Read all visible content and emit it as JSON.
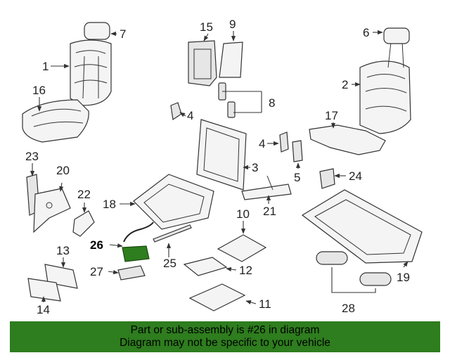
{
  "callouts": [
    {
      "id": "1",
      "label": "1"
    },
    {
      "id": "2",
      "label": "2"
    },
    {
      "id": "3",
      "label": "3"
    },
    {
      "id": "4a",
      "label": "4"
    },
    {
      "id": "4b",
      "label": "4"
    },
    {
      "id": "5",
      "label": "5"
    },
    {
      "id": "6",
      "label": "6"
    },
    {
      "id": "7",
      "label": "7"
    },
    {
      "id": "8",
      "label": "8"
    },
    {
      "id": "9",
      "label": "9"
    },
    {
      "id": "10",
      "label": "10"
    },
    {
      "id": "11",
      "label": "11"
    },
    {
      "id": "12",
      "label": "12"
    },
    {
      "id": "13",
      "label": "13"
    },
    {
      "id": "14",
      "label": "14"
    },
    {
      "id": "15",
      "label": "15"
    },
    {
      "id": "16",
      "label": "16"
    },
    {
      "id": "17",
      "label": "17"
    },
    {
      "id": "18",
      "label": "18"
    },
    {
      "id": "19",
      "label": "19"
    },
    {
      "id": "20",
      "label": "20"
    },
    {
      "id": "21",
      "label": "21"
    },
    {
      "id": "22",
      "label": "22"
    },
    {
      "id": "23",
      "label": "23"
    },
    {
      "id": "24",
      "label": "24"
    },
    {
      "id": "25",
      "label": "25"
    },
    {
      "id": "26",
      "label": "26",
      "highlighted": true
    },
    {
      "id": "27",
      "label": "27"
    },
    {
      "id": "28",
      "label": "28"
    }
  ],
  "highlight_color": "#2e7d1e",
  "banner": {
    "line1": "Part or sub-assembly is #26 in diagram",
    "line2": "Diagram may not be specific to your vehicle"
  }
}
